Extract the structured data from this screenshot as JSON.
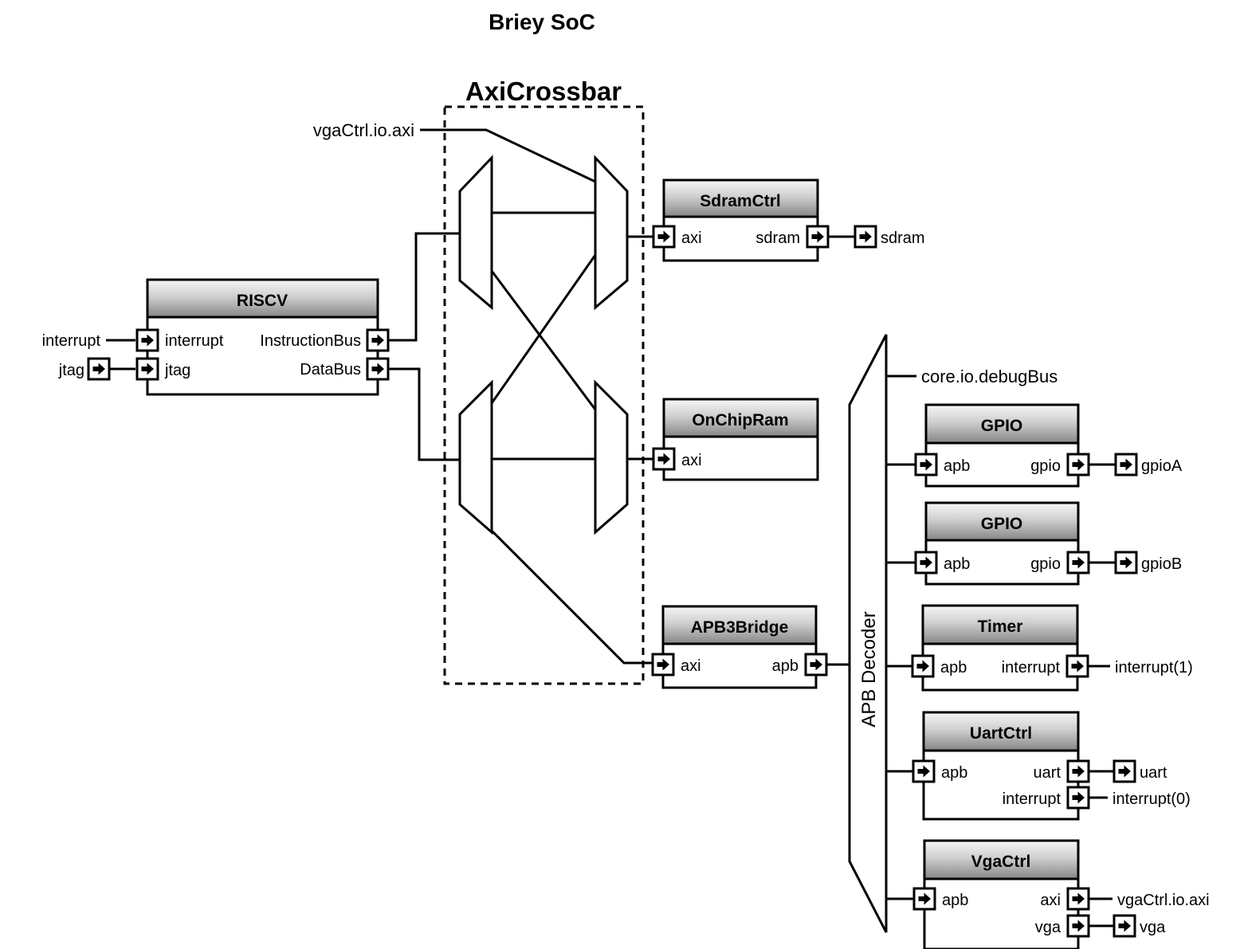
{
  "diagram": {
    "title": "Briey SoC",
    "crossbar": {
      "label": "AxiCrossbar"
    },
    "decoder": {
      "label": "APB Decoder"
    },
    "nets": {
      "vga_axi": "vgaCtrl.io.axi",
      "debug_bus": "core.io.debugBus"
    },
    "riscv": {
      "title": "RISCV",
      "port_interrupt": "interrupt",
      "port_jtag": "jtag",
      "port_instruction_bus": "InstructionBus",
      "port_data_bus": "DataBus",
      "ext_interrupt": "interrupt",
      "ext_jtag": "jtag"
    },
    "sdram_ctrl": {
      "title": "SdramCtrl",
      "port_axi": "axi",
      "port_sdram": "sdram",
      "ext_sdram": "sdram"
    },
    "on_chip_ram": {
      "title": "OnChipRam",
      "port_axi": "axi"
    },
    "apb3_bridge": {
      "title": "APB3Bridge",
      "port_axi": "axi",
      "port_apb": "apb"
    },
    "gpio_a": {
      "title": "GPIO",
      "port_apb": "apb",
      "port_gpio": "gpio",
      "ext_gpio": "gpioA"
    },
    "gpio_b": {
      "title": "GPIO",
      "port_apb": "apb",
      "port_gpio": "gpio",
      "ext_gpio": "gpioB"
    },
    "timer": {
      "title": "Timer",
      "port_apb": "apb",
      "port_interrupt": "interrupt",
      "ext_interrupt": "interrupt(1)"
    },
    "uart_ctrl": {
      "title": "UartCtrl",
      "port_apb": "apb",
      "port_uart": "uart",
      "port_interrupt": "interrupt",
      "ext_uart": "uart",
      "ext_interrupt": "interrupt(0)"
    },
    "vga_ctrl": {
      "title": "VgaCtrl",
      "port_apb": "apb",
      "port_axi": "axi",
      "port_vga": "vga",
      "ext_axi": "vgaCtrl.io.axi",
      "ext_vga": "vga"
    },
    "colors": {
      "line": "#000000",
      "background": "#ffffff",
      "header_top": "#f6f6f6",
      "header_mid": "#cfcfcf",
      "header_bottom": "#868686"
    }
  }
}
